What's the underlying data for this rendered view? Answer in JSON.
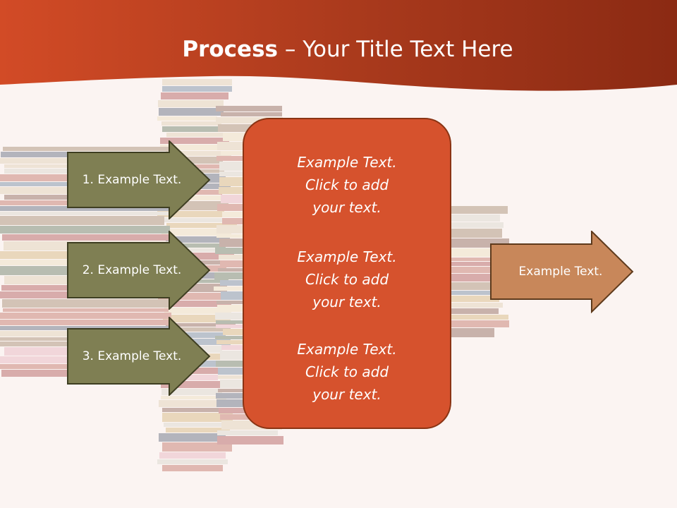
{
  "slide": {
    "title_bold": "Process",
    "title_rest": " – Your Title Text Here",
    "colors": {
      "header_dark": "#8b2a13",
      "header_light": "#d14b26",
      "background": "#fbf4f2",
      "center_box": "#d6522d",
      "left_arrow_fill": "#7f7f53",
      "output_arrow_fill": "#c8875a"
    },
    "background_image": "stacked-books-photo",
    "input_arrows": [
      {
        "label": "1. Example Text."
      },
      {
        "label": "2. Example Text."
      },
      {
        "label": "3. Example Text."
      }
    ],
    "center_items": [
      {
        "text": "Example Text.\nClick  to add\nyour text."
      },
      {
        "text": "Example Text.\nClick  to add\nyour text."
      },
      {
        "text": "Example Text.\nClick  to add\nyour text."
      }
    ],
    "output_arrow": {
      "label": "Example Text."
    }
  }
}
